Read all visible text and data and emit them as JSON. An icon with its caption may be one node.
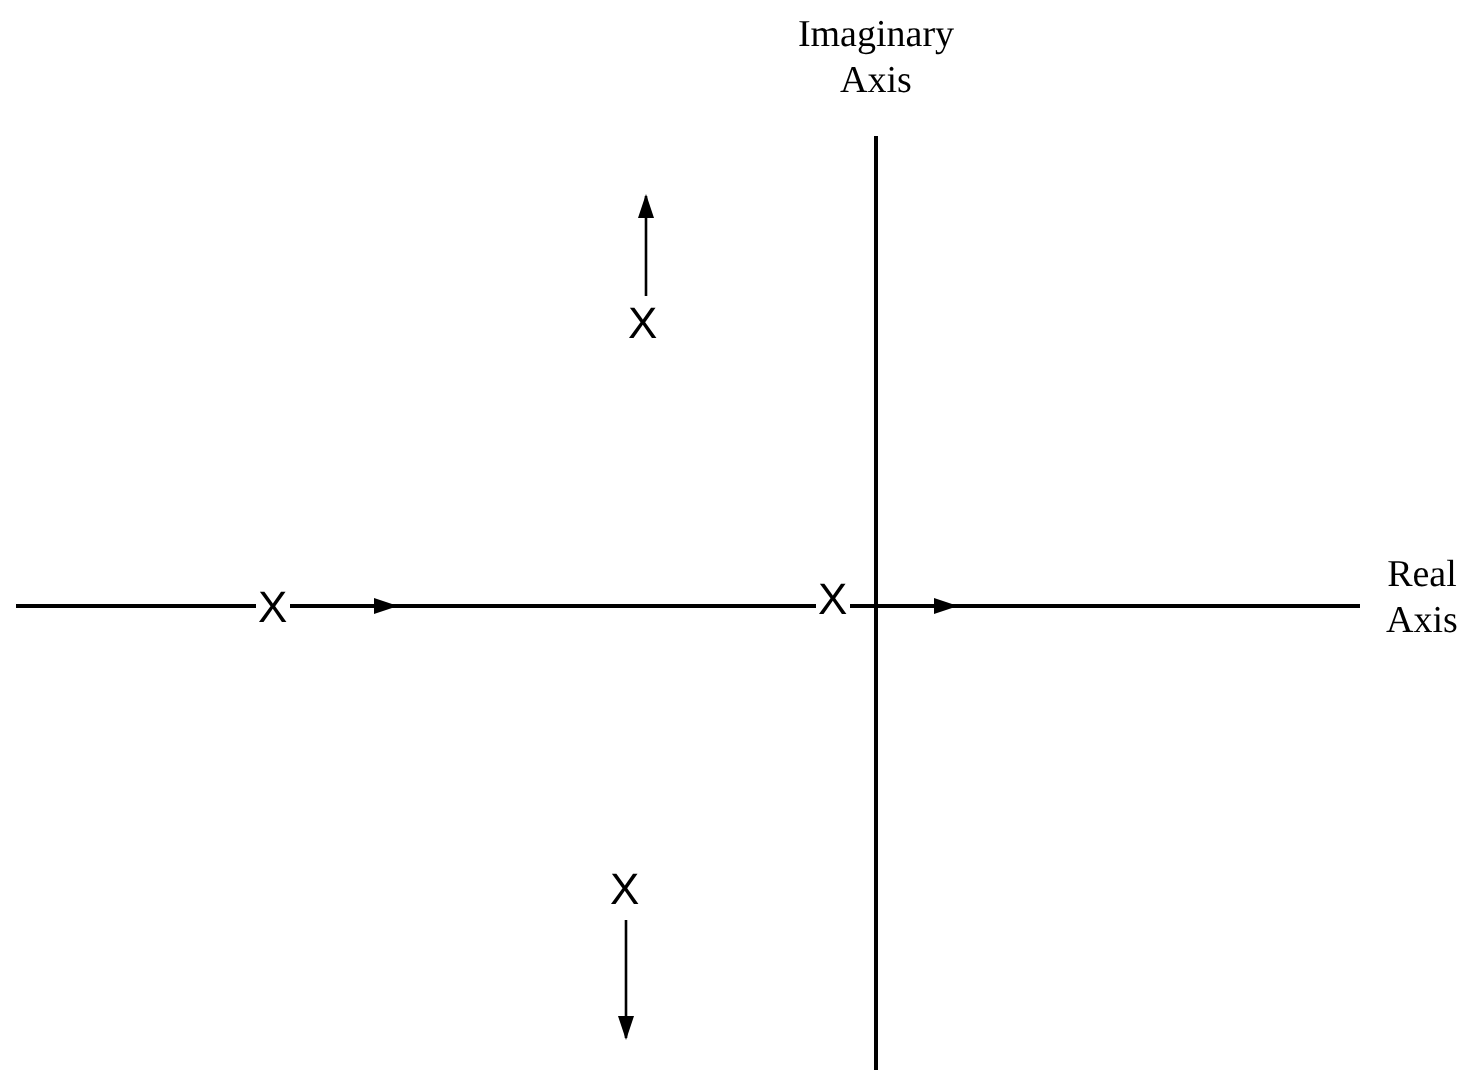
{
  "diagram": {
    "labels": [
      "Imaginary Axis",
      "X",
      "X",
      "X",
      "Real Axis",
      "X"
    ]
  }
}
